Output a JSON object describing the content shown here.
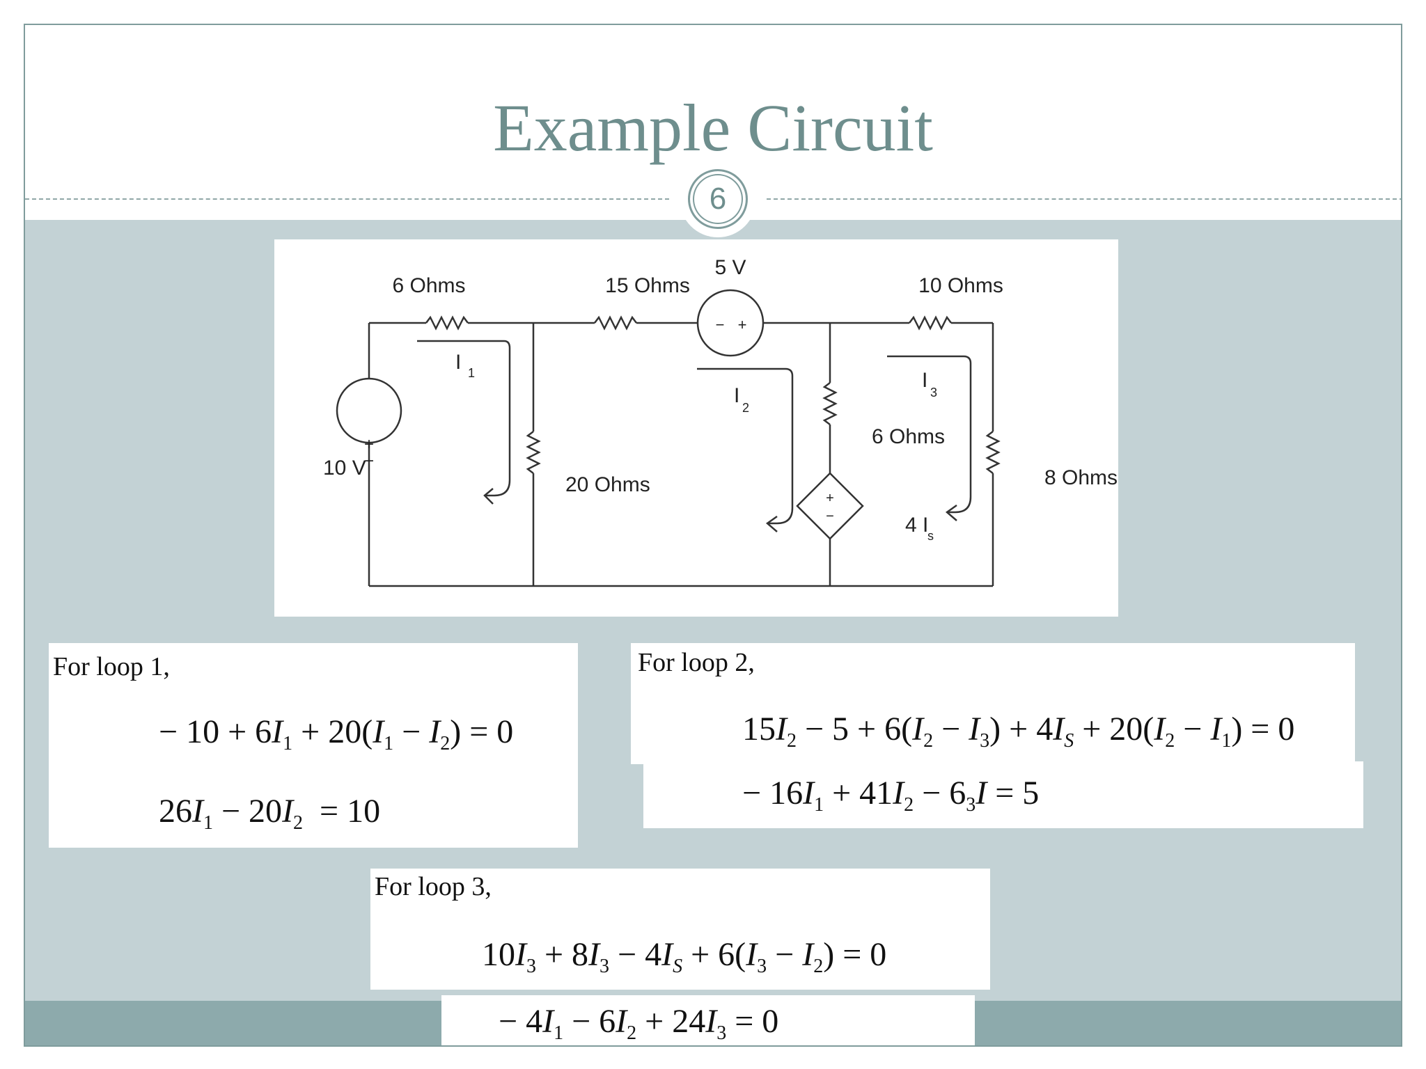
{
  "slide": {
    "title": "Example Circuit",
    "number": "6"
  },
  "circuit": {
    "labels": {
      "r1": "6 Ohms",
      "r2": "15 Ohms",
      "vsrc5": "5 V",
      "r3": "10 Ohms",
      "i1": "I",
      "i1_sub": "1",
      "i2": "I",
      "i2_sub": "2",
      "i3": "I",
      "i3_sub": "3",
      "r6": "6 Ohms",
      "vsrc10": "10 V",
      "r20": "20 Ohms",
      "r8": "8 Ohms",
      "dep": "4 I",
      "dep_sub": "s"
    }
  },
  "loops": {
    "loop1": {
      "heading": "For loop 1,"
    },
    "loop2": {
      "heading": "For loop 2,"
    },
    "loop3": {
      "heading": "For loop 3,"
    }
  }
}
